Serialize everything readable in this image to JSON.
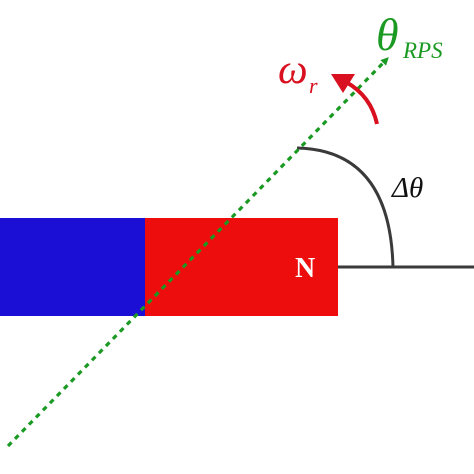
{
  "labels": {
    "north_pole": "N",
    "delta_theta": "Δθ",
    "omega_symbol": "ω",
    "omega_subscript": "r",
    "theta_symbol": "θ",
    "theta_subscript": "RPS"
  },
  "colors": {
    "south_half": "#1b0fd6",
    "north_half": "#ee0d0d",
    "axis_line": "#3a3a3a",
    "rps_arrow": "#1a9a22",
    "rotation_arrow": "#d8101f",
    "text": "#111111"
  }
}
